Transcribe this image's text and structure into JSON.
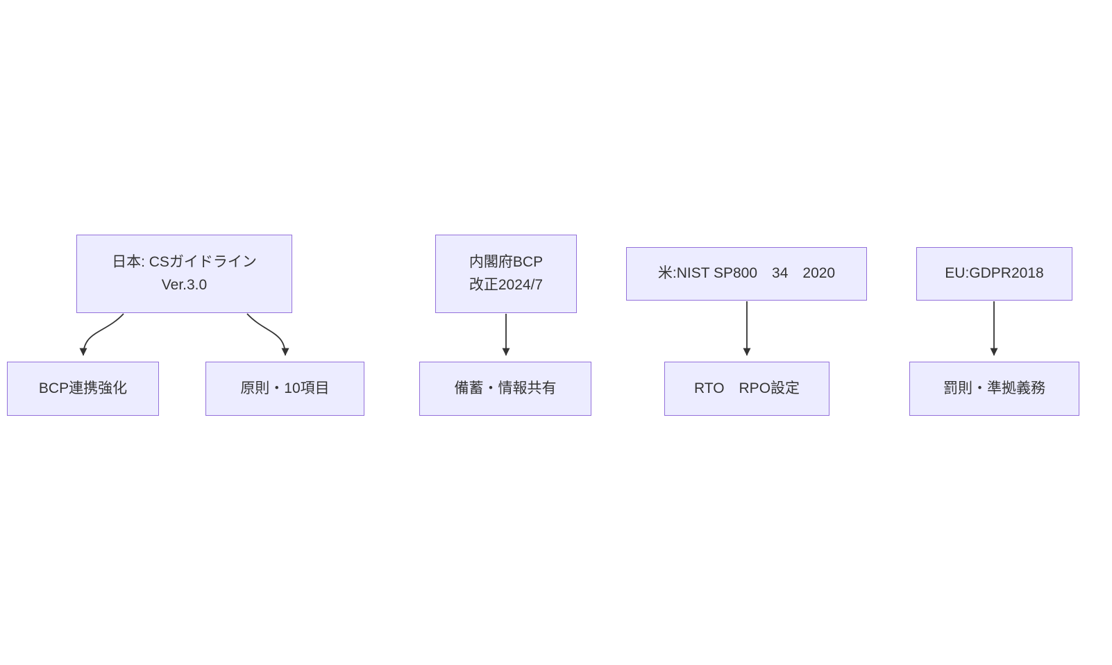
{
  "diagram": {
    "type": "flowchart",
    "direction": "top-down",
    "colors": {
      "node_fill": "#ECECFF",
      "node_border": "#9370DB",
      "text": "#333333",
      "edge": "#333333",
      "background": "#ffffff"
    },
    "nodes": [
      {
        "id": "jp-cs-guideline",
        "lines": [
          "日本: CSガイドライン",
          "Ver.3.0"
        ]
      },
      {
        "id": "bcp-link-strengthen",
        "lines": [
          "BCP連携強化"
        ]
      },
      {
        "id": "principles-10-items",
        "lines": [
          "原則・10項目"
        ]
      },
      {
        "id": "cabinet-office-bcp",
        "lines": [
          "内閣府BCP",
          "改正2024/7"
        ]
      },
      {
        "id": "stockpile-info-sharing",
        "lines": [
          "備蓄・情報共有"
        ]
      },
      {
        "id": "us-nist-sp800",
        "lines": [
          "米:NIST SP800　34　2020"
        ]
      },
      {
        "id": "rto-rpo-setting",
        "lines": [
          "RTO　RPO設定"
        ]
      },
      {
        "id": "eu-gdpr-2018",
        "lines": [
          "EU:GDPR2018"
        ]
      },
      {
        "id": "penalty-compliance",
        "lines": [
          "罰則・準拠義務"
        ]
      }
    ],
    "edges": [
      {
        "from": "jp-cs-guideline",
        "to": "bcp-link-strengthen",
        "style": "curved-arrow"
      },
      {
        "from": "jp-cs-guideline",
        "to": "principles-10-items",
        "style": "curved-arrow"
      },
      {
        "from": "cabinet-office-bcp",
        "to": "stockpile-info-sharing",
        "style": "straight-arrow"
      },
      {
        "from": "us-nist-sp800",
        "to": "rto-rpo-setting",
        "style": "straight-arrow"
      },
      {
        "from": "eu-gdpr-2018",
        "to": "penalty-compliance",
        "style": "straight-arrow"
      }
    ]
  }
}
